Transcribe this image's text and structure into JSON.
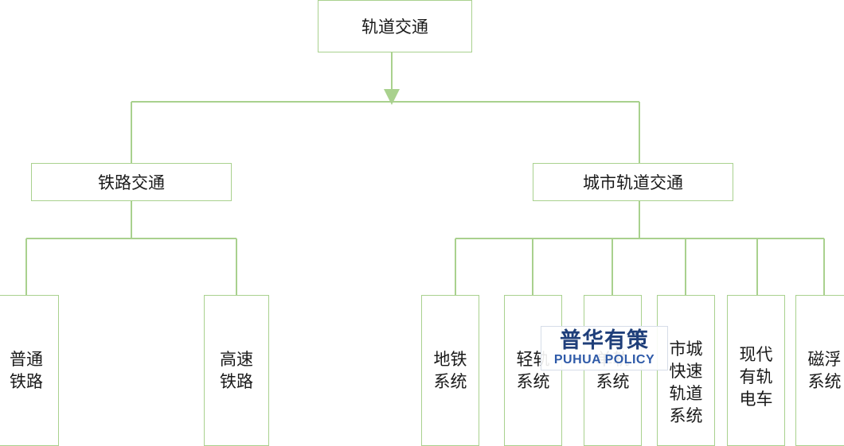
{
  "root": {
    "label": "轨道交通"
  },
  "railway": {
    "label": "铁路交通",
    "children": [
      "普通铁路",
      "高速铁路"
    ]
  },
  "urban": {
    "label": "城市轨道交通",
    "children": [
      "地铁系统",
      "轻轨系统",
      "单轨系统",
      "市城快速轨道系统",
      "现代有轨电车",
      "磁浮系统"
    ]
  },
  "watermark": {
    "cn": "普华有策",
    "en": "PUHUA POLICY"
  },
  "colors": {
    "connector": "#a9d18e",
    "box_border": "#a9d18e",
    "text": "#1a1a1a"
  }
}
